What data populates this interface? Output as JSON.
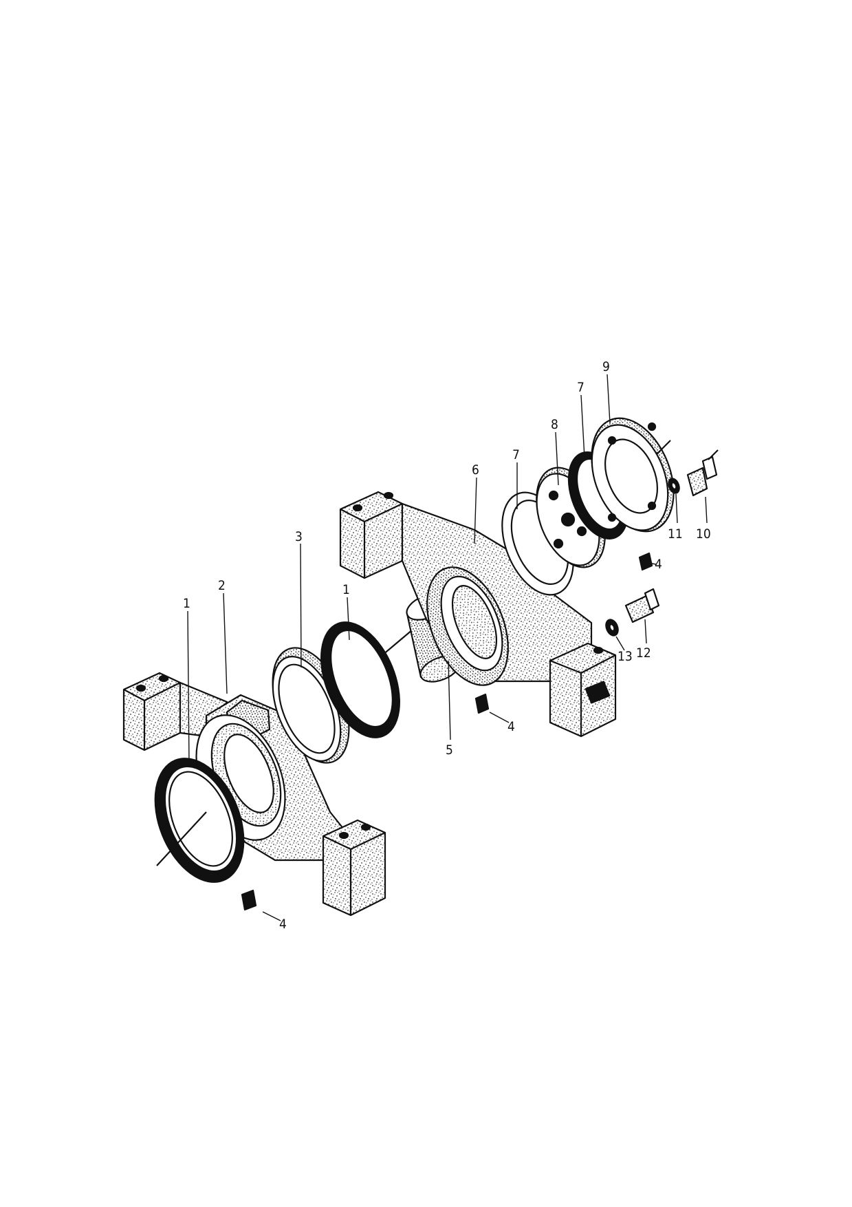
{
  "palette": {
    "ink": "#111111",
    "stipple": "#8a8a8a",
    "paper": "#ffffff"
  },
  "callouts": [
    {
      "id": "c1a",
      "text": "1"
    },
    {
      "id": "c2",
      "text": "2"
    },
    {
      "id": "c3",
      "text": "3"
    },
    {
      "id": "c1b",
      "text": "1"
    },
    {
      "id": "c4a",
      "text": "4"
    },
    {
      "id": "c5",
      "text": "5"
    },
    {
      "id": "c4b",
      "text": "4"
    },
    {
      "id": "c6",
      "text": "6"
    },
    {
      "id": "c7a",
      "text": "7"
    },
    {
      "id": "c8",
      "text": "8"
    },
    {
      "id": "c7b",
      "text": "7"
    },
    {
      "id": "c9",
      "text": "9"
    },
    {
      "id": "c4c",
      "text": "4"
    },
    {
      "id": "c11",
      "text": "11"
    },
    {
      "id": "c10",
      "text": "10"
    },
    {
      "id": "c13",
      "text": "13"
    },
    {
      "id": "c12",
      "text": "12"
    }
  ]
}
